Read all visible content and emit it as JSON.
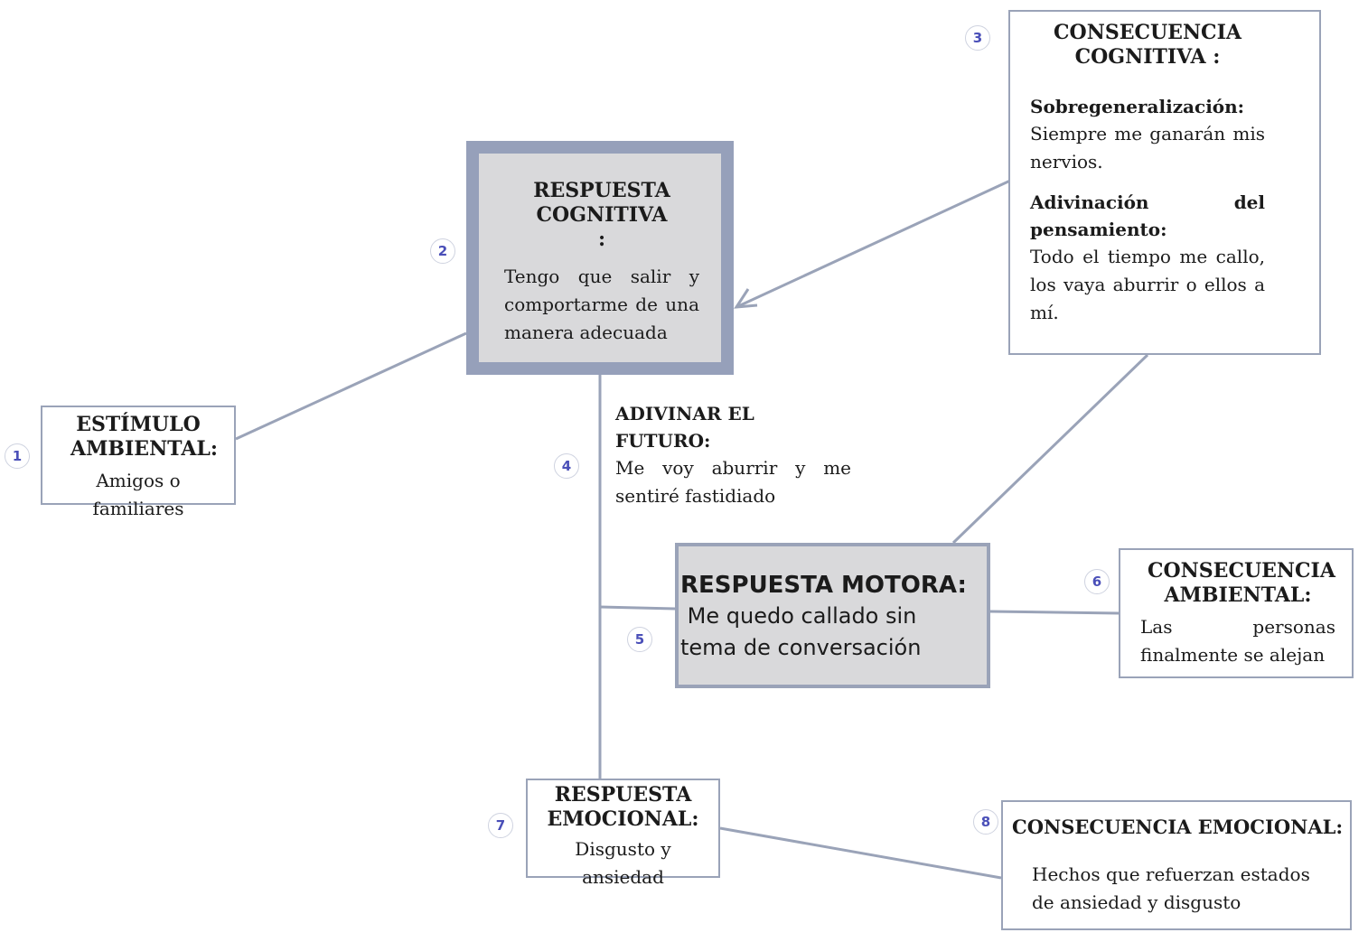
{
  "colors": {
    "line": "#9aa3b8",
    "box_fill": "#d9d9db",
    "badge_text": "#4a4fb8"
  },
  "badges": [
    "1",
    "2",
    "3",
    "4",
    "5",
    "6",
    "7",
    "8"
  ],
  "estimulo": {
    "title": "ESTÍMULO AMBIENTAL:",
    "text": "Amigos o familiares"
  },
  "respuesta_cognitiva": {
    "title": "RESPUESTA COGNITIVA :",
    "text": "Tengo que salir y comportarme de una manera adecuada"
  },
  "consecuencia_cognitiva": {
    "title": "CONSECUENCIA COGNITIVA :",
    "item1_heading": "Sobregeneralización:",
    "item1_text": "Siempre me ganarán mis nervios.",
    "item2_heading": "Adivinación del pensamiento:",
    "item2_text": "Todo el tiempo me callo, los vaya aburrir o ellos a mí."
  },
  "adivinar": {
    "heading": "ADIVINAR EL FUTURO:",
    "text": "Me voy aburrir y me sentiré fastidiado"
  },
  "respuesta_motora": {
    "title": "RESPUESTA MOTORA:",
    "text": " Me quedo callado sin tema de conversación"
  },
  "consecuencia_ambiental": {
    "title": "CONSECUENCIA AMBIENTAL:",
    "text": "Las personas finalmente se alejan"
  },
  "respuesta_emocional": {
    "title": "RESPUESTA EMOCIONAL:",
    "text": "Disgusto y ansiedad"
  },
  "consecuencia_emocional": {
    "title": "CONSECUENCIA EMOCIONAL:",
    "text": "Hechos que refuerzan estados de ansiedad y disgusto"
  }
}
